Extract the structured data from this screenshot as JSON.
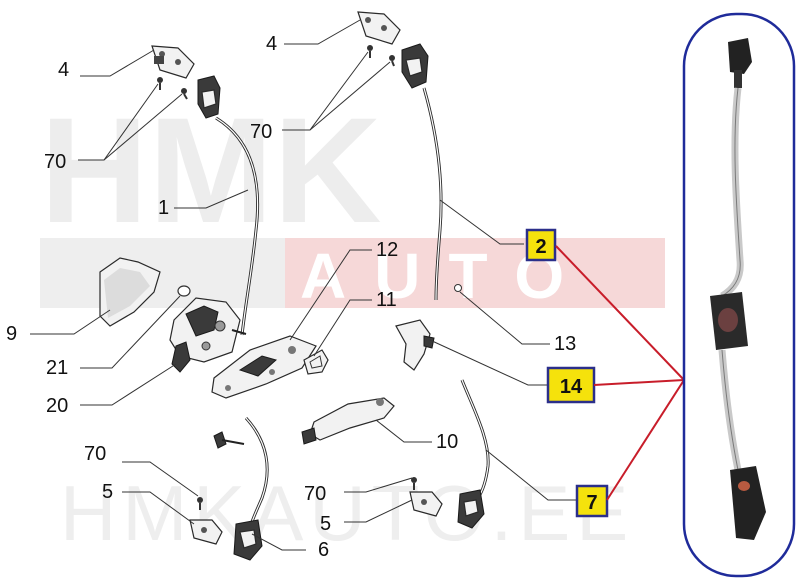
{
  "watermark": {
    "top_text": "HMK",
    "middle_text": "AUTO",
    "bottom_text": "HMKAUTO.EE"
  },
  "labels": {
    "l4a": "4",
    "l70a": "70",
    "l1": "1",
    "l9": "9",
    "l21": "21",
    "l20": "20",
    "l4b": "4",
    "l70b": "70",
    "l12": "12",
    "l11": "11",
    "l13": "13",
    "l10": "10",
    "l70c": "70",
    "l5a": "5",
    "l6": "6",
    "l70d": "70",
    "l5b": "5"
  },
  "highlighted_labels": {
    "h2": "2",
    "h14": "14",
    "h7": "7"
  },
  "colors": {
    "highlight_fill": "#f5e20c",
    "highlight_border": "#2b2f8a",
    "connector_line": "#c81d2a",
    "photo_frame": "#1f2b9a",
    "watermark": "#ececec",
    "watermark_red": "#f6d6d6"
  }
}
